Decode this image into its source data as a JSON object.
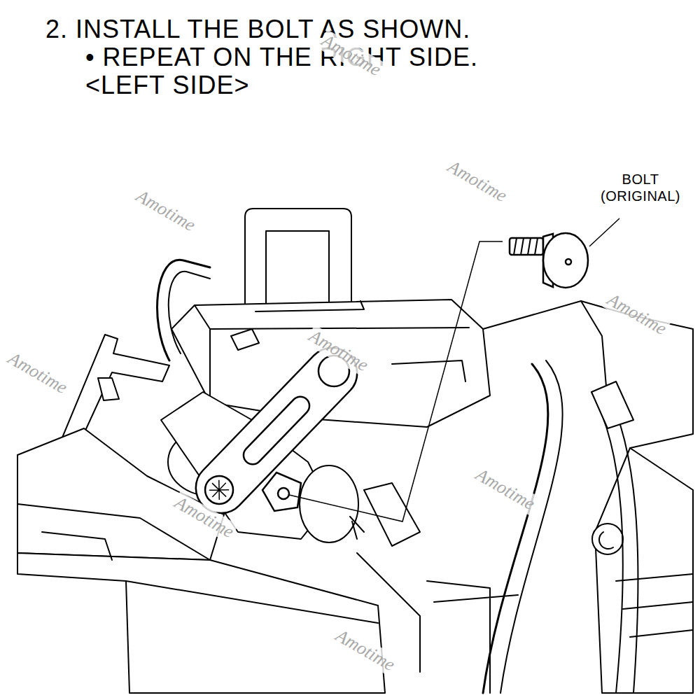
{
  "diagram": {
    "title": "2. INSTALL THE BOLT AS SHOWN.",
    "labels": [
      "• REPEAT ON THE RIGHT SIDE.",
      "<LEFT SIDE>",
      "BOLT (ORIGINAL)",
      "Amotime",
      "Amotime",
      "Amotime",
      "Amotime",
      "Amotime",
      "Amotime",
      "Amotime",
      "Amotime",
      "Amotime"
    ]
  }
}
